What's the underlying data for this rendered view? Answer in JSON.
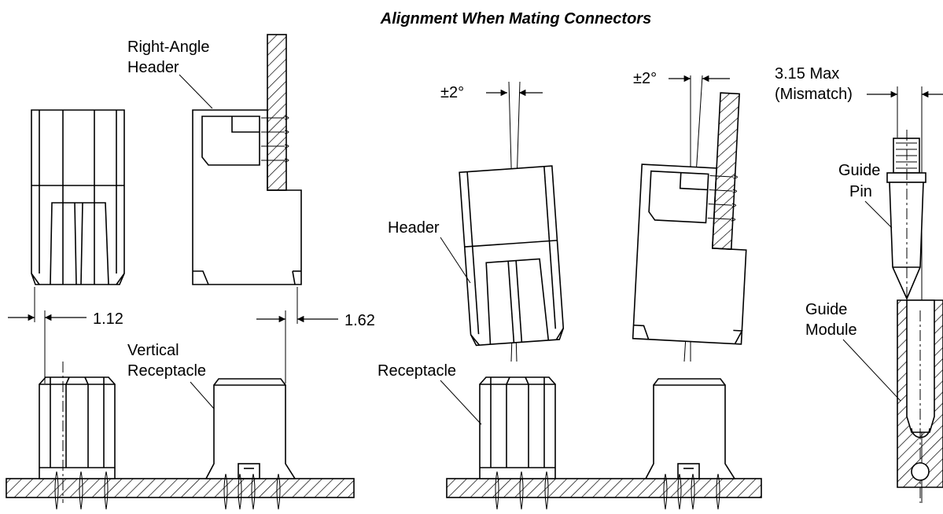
{
  "title": "Alignment When Mating Connectors",
  "labels": {
    "right_angle_header_1": "Right-Angle",
    "right_angle_header_2": "Header",
    "vertical_receptacle_1": "Vertical",
    "vertical_receptacle_2": "Receptacle",
    "header": "Header",
    "receptacle": "Receptacle",
    "guide_pin_1": "Guide",
    "guide_pin_2": "Pin",
    "guide_module_1": "Guide",
    "guide_module_2": "Module"
  },
  "dimensions": {
    "offset_vertical": "1.12",
    "offset_right_angle": "1.62",
    "angle_1": "±2°",
    "angle_2": "±2°",
    "mismatch_1": "3.15 Max",
    "mismatch_2": "(Mismatch)"
  }
}
